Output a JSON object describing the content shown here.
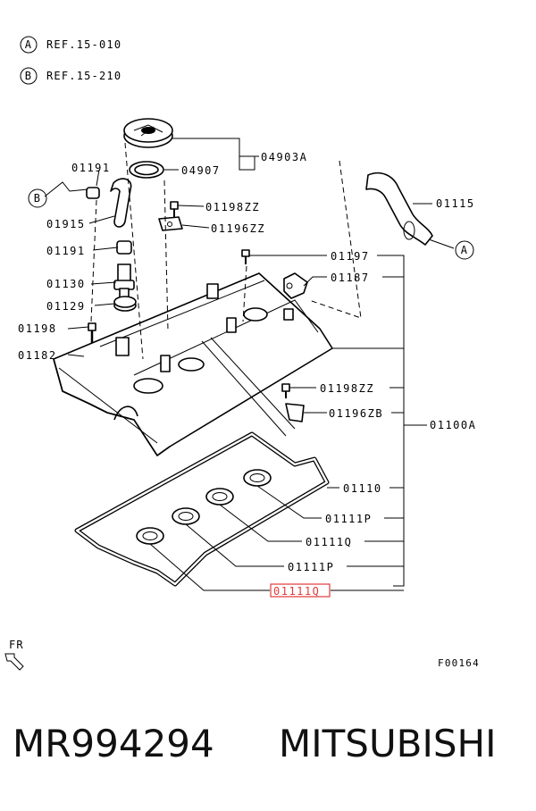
{
  "references": [
    {
      "letter": "A",
      "text": "REF.15-010"
    },
    {
      "letter": "B",
      "text": "REF.15-210"
    }
  ],
  "callouts": {
    "c04903A": "04903A",
    "c04907": "04907",
    "c01191a": "01191",
    "c01915": "01915",
    "c01191b": "01191",
    "c01130": "01130",
    "c01129": "01129",
    "c01198": "01198",
    "c01182": "01182",
    "c01198ZZa": "01198ZZ",
    "c01196ZZ": "01196ZZ",
    "c01115": "01115",
    "c01197": "01197",
    "c01187": "01187",
    "c01198ZZb": "01198ZZ",
    "c01196ZB": "01196ZB",
    "c01100A": "01100A",
    "c01110": "01110",
    "c01111P_a": "01111P",
    "c01111Q_a": "01111Q",
    "c01111P_b": "01111P",
    "c01111Q_b": "01111Q"
  },
  "markers": {
    "a": "A",
    "b": "B"
  },
  "direction_label": "FR",
  "figure_code": "F00164",
  "highlight_color": "#e03a3a",
  "caption": {
    "part_number": "MR994294",
    "brand": "MITSUBISHI"
  }
}
